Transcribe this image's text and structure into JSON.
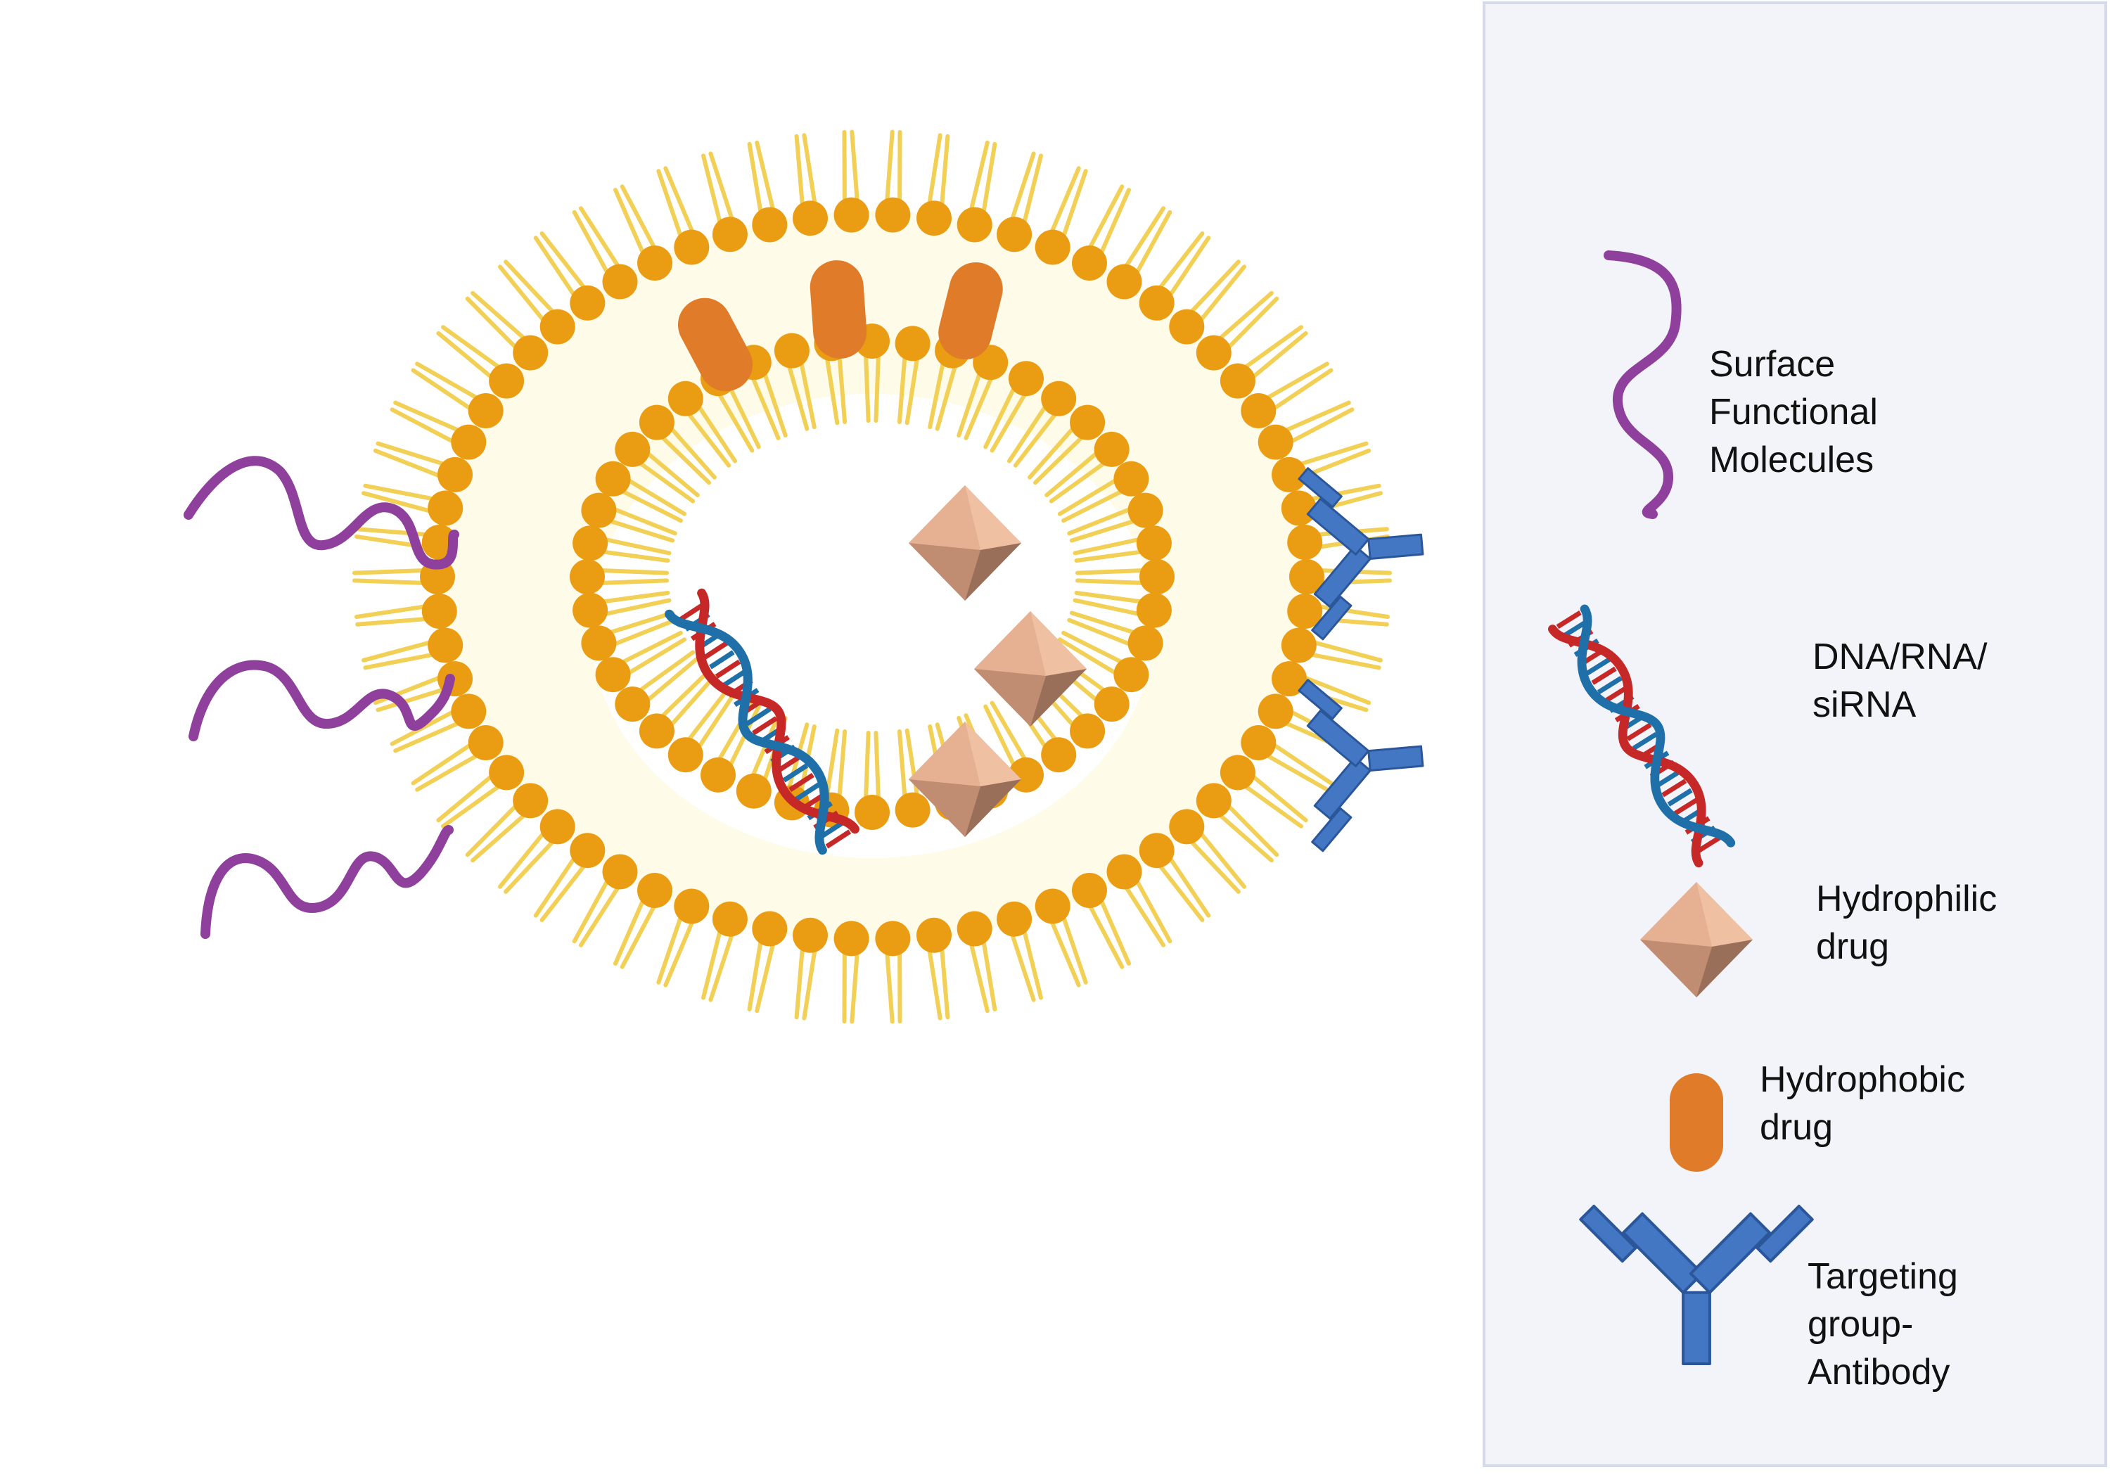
{
  "colors": {
    "head": "#ea9d13",
    "tail": "#f2cf55",
    "membrane_fill": "#fffbe9",
    "peg": "#8f3f9c",
    "antibody": "#4477c3",
    "antibody_stroke": "#2b579a",
    "hydrophobic_drug": "#e07b2a",
    "dna_red": "#c62828",
    "dna_blue": "#1f6fa8",
    "crystal": "#e0a889",
    "legend_bg": "#f3f4f9"
  },
  "legend": {
    "items": [
      {
        "icon": "peg-chain-icon",
        "label": "Surface\nFunctional\nMolecules"
      },
      {
        "icon": "dna-helix-icon",
        "label": "DNA/RNA/\nsiRNA"
      },
      {
        "icon": "crystal-drug-icon",
        "label": "Hydrophilic\ndrug"
      },
      {
        "icon": "capsule-drug-icon",
        "label": "Hydrophobic\ndrug"
      },
      {
        "icon": "antibody-icon",
        "label": "Targeting\ngroup-\nAntibody"
      }
    ]
  }
}
